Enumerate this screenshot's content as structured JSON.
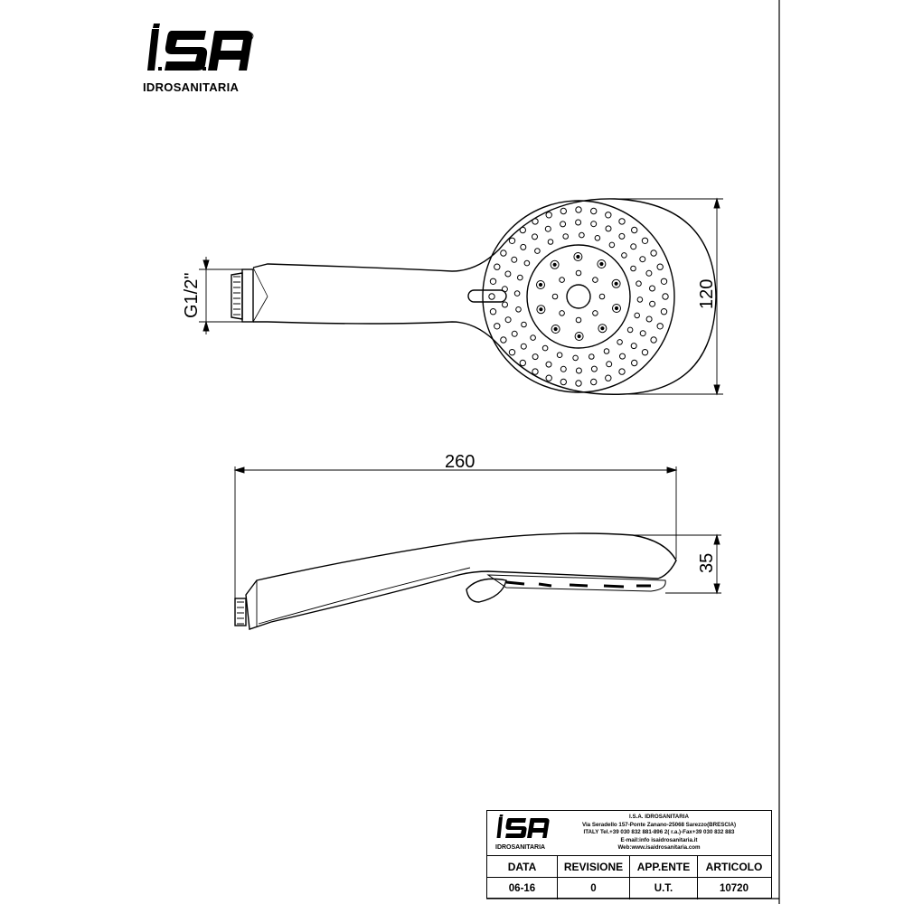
{
  "logo": {
    "brand": "ISA",
    "subtitle": "IDROSANITARIA",
    "registered_mark": "®"
  },
  "dimensions": {
    "thread": "G1/2\"",
    "head_diameter": "120",
    "length": "260",
    "thickness": "35"
  },
  "title_block": {
    "company": "I.S.A. IDROSANITARIA",
    "address_lines": [
      "Via Seradello 157-Ponte Zanano-25068 Sarezzo(BRESCIA)",
      "ITALY Tel.+39 030 832 881-896 2( r.a.)-Fax+39 030 832 883",
      "E-mail:info isaidrosanitaria.it",
      "Web:www.isaidrosanitaria.com"
    ],
    "headers": [
      "DATA",
      "REVISIONE",
      "APP.ENTE",
      "ARTICOLO"
    ],
    "values": [
      "06-16",
      "0",
      "U.T.",
      "10720"
    ]
  },
  "colors": {
    "line": "#000000",
    "background": "#ffffff"
  }
}
